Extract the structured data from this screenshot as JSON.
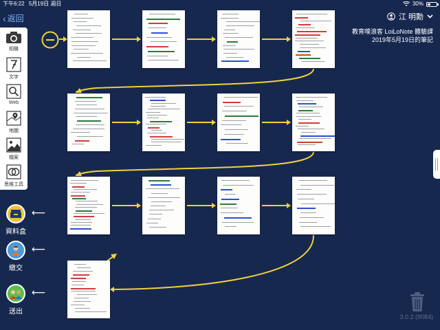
{
  "status": {
    "time": "下午6:22",
    "date": "5月19日 週日",
    "battery": "30%",
    "battery_level": 0.3
  },
  "nav": {
    "back_label": "返回"
  },
  "tools": [
    {
      "label": "相機",
      "icon": "camera-icon"
    },
    {
      "label": "文字",
      "icon": "text-icon"
    },
    {
      "label": "Web",
      "icon": "web-search-icon"
    },
    {
      "label": "地圖",
      "icon": "map-icon"
    },
    {
      "label": "檔案",
      "icon": "image-file-icon"
    },
    {
      "label": "思維工具",
      "icon": "thinking-tool-icon"
    }
  ],
  "side_actions": [
    {
      "label": "資料盒",
      "icon": "data-box-icon"
    },
    {
      "label": "繳交",
      "icon": "submit-icon"
    },
    {
      "label": "送出",
      "icon": "send-icon"
    }
  ],
  "user": {
    "name": "江 明勳"
  },
  "note": {
    "line1": "教育噗浪客 LoiLoNote 體驗課",
    "line2": "2019年5月19日的筆記"
  },
  "version": "3.0.2 (9084)",
  "colors": {
    "background": "#17284f",
    "flow_arrow": "#f2d23a",
    "accent": "#7fb4ff"
  }
}
